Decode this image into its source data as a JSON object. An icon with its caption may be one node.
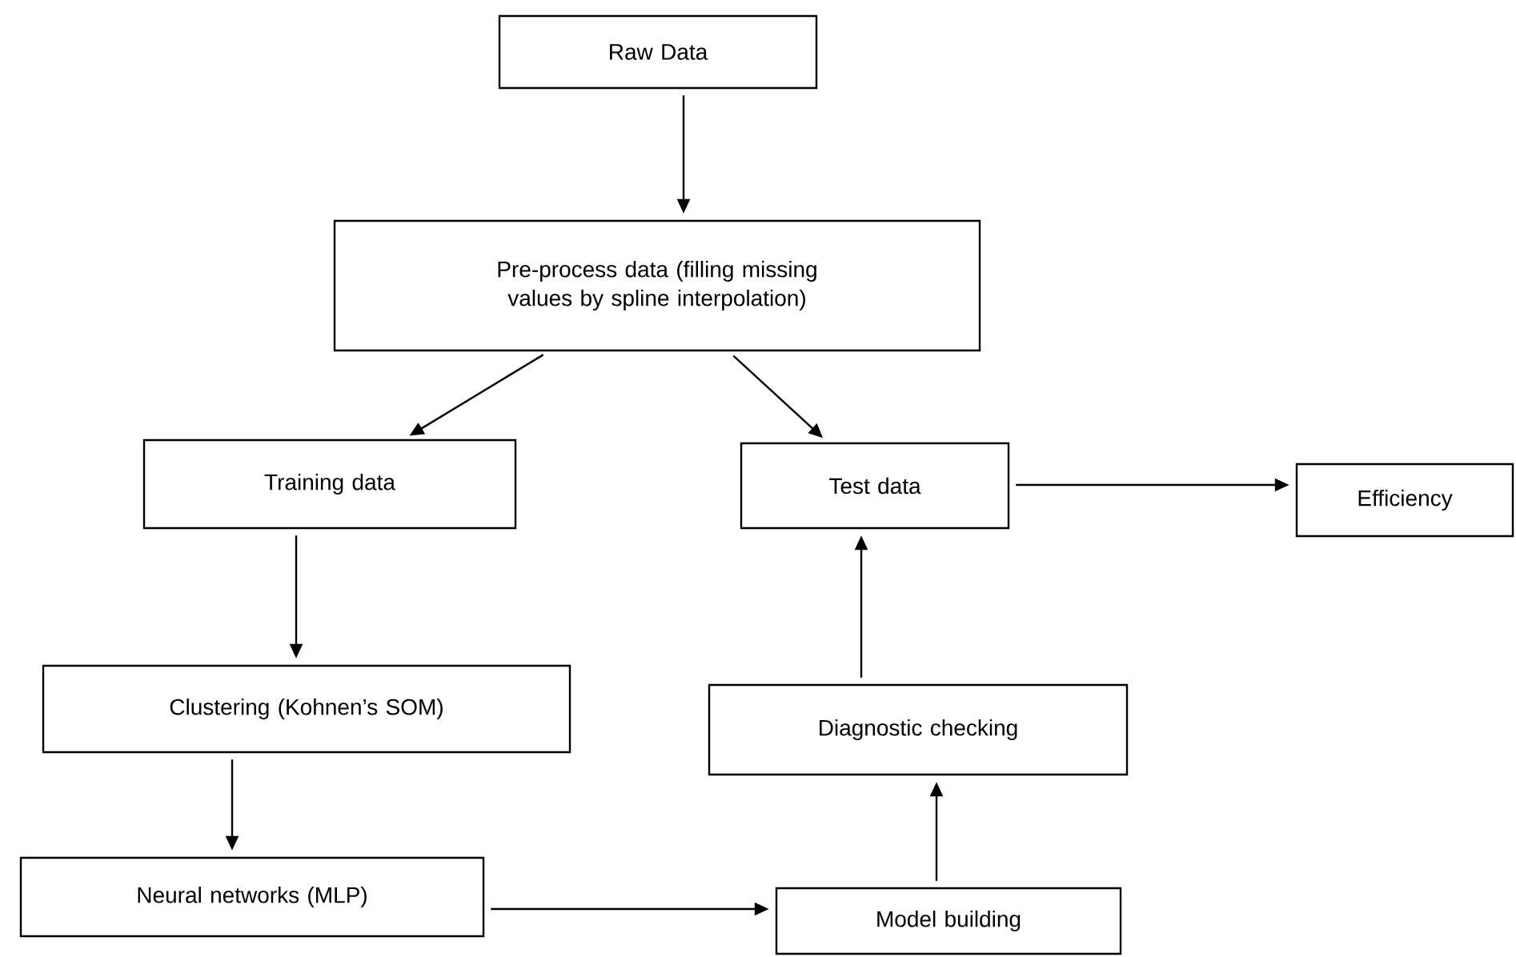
{
  "diagram": {
    "nodes": [
      {
        "text": [
          "Raw Data"
        ]
      },
      {
        "text": [
          "Pre-process data (filling missing values by spline interpolation)"
        ]
      },
      {
        "text": [
          "Training data"
        ]
      },
      {
        "text": [
          "Test data"
        ]
      },
      {
        "text": [
          "Efficiency"
        ]
      },
      {
        "text": [
          "Clustering (Kohnen’s SOM)"
        ]
      },
      {
        "text": [
          "Diagnostic checking"
        ]
      },
      {
        "text": [
          "Neural networks (MLP)"
        ]
      },
      {
        "text": [
          "Model building"
        ]
      }
    ],
    "edges": [
      {
        "from": 0,
        "to": 1,
        "arrow": "to"
      },
      {
        "from": 1,
        "to": 2,
        "arrow": "to"
      },
      {
        "from": 1,
        "to": 3,
        "arrow": "to"
      },
      {
        "from": 3,
        "to": 4,
        "arrow": "to"
      },
      {
        "from": 2,
        "to": 5,
        "arrow": "to"
      },
      {
        "from": 5,
        "to": 7,
        "arrow": "to"
      },
      {
        "from": 7,
        "to": 8,
        "arrow": "to"
      },
      {
        "from": 8,
        "to": 6,
        "arrow": "to"
      },
      {
        "from": 6,
        "to": 3,
        "arrow": "to"
      }
    ]
  }
}
